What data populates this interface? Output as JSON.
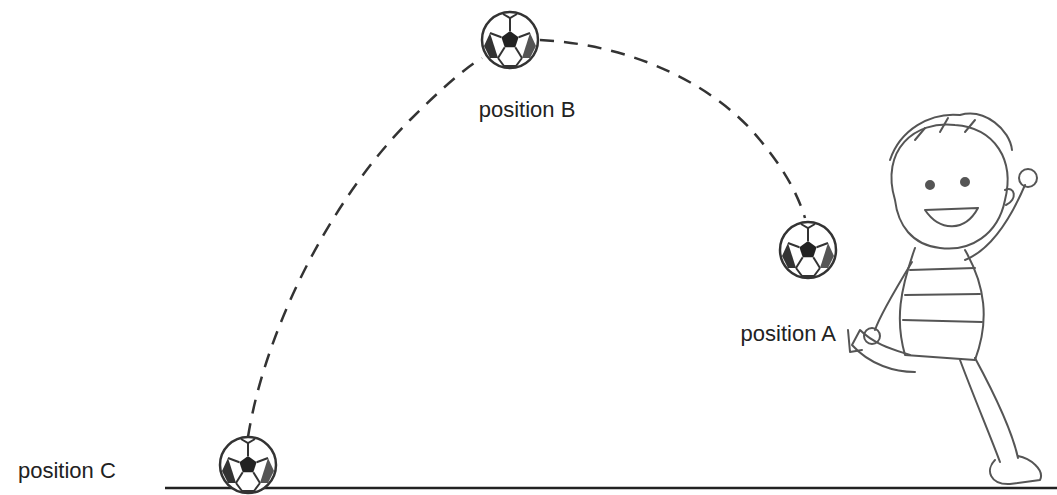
{
  "diagram": {
    "labels": [
      "position B",
      "position A",
      "position C"
    ]
  }
}
